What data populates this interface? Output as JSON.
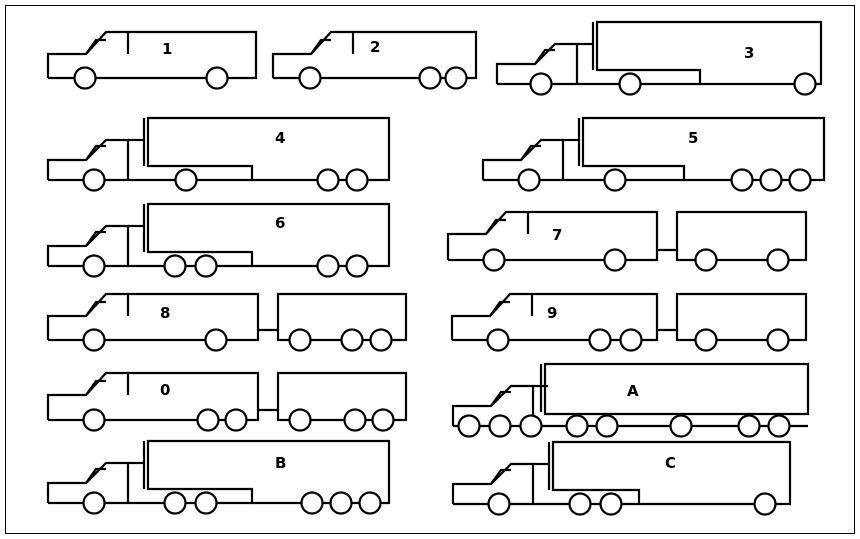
{
  "figure": {
    "vehicles": [
      {
        "label": "1",
        "kind": "truck",
        "axle_groups": [
          1,
          1
        ]
      },
      {
        "label": "2",
        "kind": "truck",
        "axle_groups": [
          1,
          2
        ]
      },
      {
        "label": "3",
        "kind": "tractor-semitrailer",
        "axle_groups": [
          1,
          1,
          1
        ]
      },
      {
        "label": "4",
        "kind": "tractor-semitrailer",
        "axle_groups": [
          1,
          1,
          2
        ]
      },
      {
        "label": "5",
        "kind": "tractor-semitrailer",
        "axle_groups": [
          1,
          1,
          3
        ]
      },
      {
        "label": "6",
        "kind": "tractor-semitrailer",
        "axle_groups": [
          1,
          2,
          2
        ]
      },
      {
        "label": "7",
        "kind": "truck-trailer",
        "axle_groups": [
          1,
          1,
          1,
          1
        ]
      },
      {
        "label": "8",
        "kind": "truck-trailer",
        "axle_groups": [
          1,
          1,
          1,
          2
        ]
      },
      {
        "label": "9",
        "kind": "truck-trailer",
        "axle_groups": [
          1,
          2,
          1,
          1
        ]
      },
      {
        "label": "0",
        "kind": "truck-trailer",
        "axle_groups": [
          1,
          2,
          1,
          2
        ]
      },
      {
        "label": "A",
        "kind": "tractor-semitrailer",
        "axle_groups": [
          1,
          2,
          2,
          1,
          2
        ]
      },
      {
        "label": "B",
        "kind": "tractor-semitrailer",
        "axle_groups": [
          1,
          2,
          3
        ]
      },
      {
        "label": "C",
        "kind": "tractor-semitrailer",
        "axle_groups": [
          1,
          2,
          1
        ]
      }
    ]
  }
}
